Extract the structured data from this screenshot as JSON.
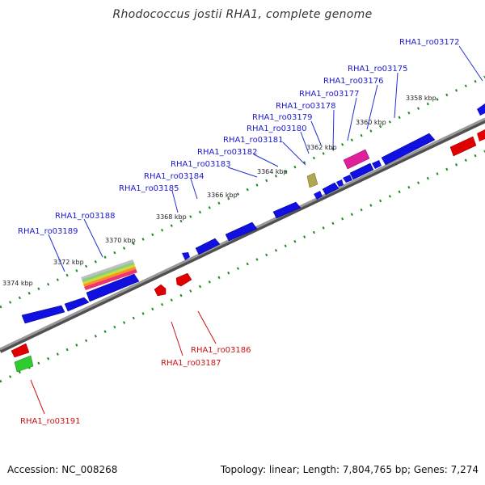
{
  "title": "Rhodococcus jostii RHA1, complete genome",
  "footer": {
    "accession": "Accession: NC_008268",
    "stats": "Topology: linear; Length: 7,804,765 bp; Genes: 7,274"
  },
  "colors": {
    "forward_gene": "#1010e0",
    "reverse_gene": "#e00000",
    "forward_label": "#1a1acc",
    "reverse_label": "#cc1111",
    "axis": "#808080",
    "scale_dots": "#1f8a1f",
    "highlight_gene": "#e0209a",
    "other_gene": "#b0a850",
    "green_gene": "#2ecc2e"
  },
  "ticks": [
    "3358 kbp",
    "3360 kbp",
    "3362 kbp",
    "3364 kbp",
    "3366 kbp",
    "3368 kbp",
    "3370 kbp",
    "3372 kbp",
    "3374 kbp"
  ],
  "forward_labels": [
    "RHA1_ro03172",
    "RHA1_ro03175",
    "RHA1_ro03176",
    "RHA1_ro03177",
    "RHA1_ro03178",
    "RHA1_ro03179",
    "RHA1_ro03180",
    "RHA1_ro03181",
    "RHA1_ro03182",
    "RHA1_ro03183",
    "RHA1_ro03184",
    "RHA1_ro03185",
    "RHA1_ro03188",
    "RHA1_ro03189"
  ],
  "reverse_labels": [
    "RHA1_ro03186",
    "RHA1_ro03187",
    "RHA1_ro03191"
  ]
}
